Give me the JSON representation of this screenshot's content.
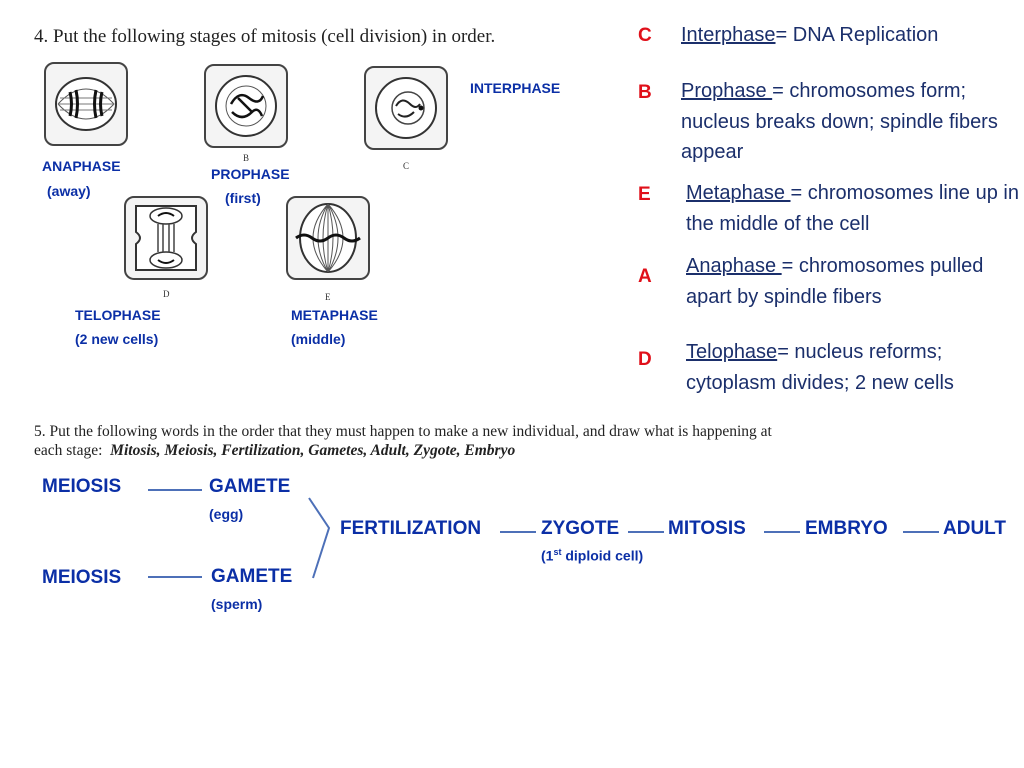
{
  "q4": {
    "title": "4. Put the following stages of mitosis (cell division) in order.",
    "labels": {
      "interphase": "INTERPHASE",
      "anaphase": "ANAPHASE",
      "anaphase_note": "(away)",
      "prophase": "PROPHASE",
      "prophase_note": "(first)",
      "telophase": "TELOPHASE",
      "telophase_note": "(2 new cells)",
      "metaphase": "METAPHASE",
      "metaphase_note": "(middle)"
    },
    "captions": {
      "b": "B",
      "c": "C",
      "d": "D",
      "e": "E"
    },
    "answers": [
      {
        "letter": "C",
        "term": "Interphase",
        "definition": "= DNA Replication"
      },
      {
        "letter": "B",
        "term": "Prophase ",
        "definition": "= chromosomes form; nucleus breaks down; spindle fibers appear"
      },
      {
        "letter": "E",
        "term": "Metaphase ",
        "definition": "= chromosomes line up in the middle of the cell"
      },
      {
        "letter": "A",
        "term": "Anaphase ",
        "definition": "= chromosomes pulled apart by spindle fibers"
      },
      {
        "letter": "D",
        "term": "Telophase",
        "definition": "= nucleus reforms; cytoplasm divides; 2 new cells"
      }
    ]
  },
  "q5": {
    "line1": "5. Put the following words in the order that they must happen to make a new individual, and draw what is happening at",
    "line2_prefix": "each stage:",
    "line2_words": "Mitosis, Meiosis, Fertilization, Gametes, Adult, Zygote, Embryo",
    "flow": {
      "meiosis_top": "MEIOSIS",
      "gamete_top": "GAMETE",
      "gamete_top_note": "(egg)",
      "meiosis_bottom": "MEIOSIS",
      "gamete_bottom": "GAMETE",
      "gamete_bottom_note": "(sperm)",
      "fertilization": "FERTILIZATION",
      "zygote": "ZYGOTE",
      "zygote_note_pre": "(1",
      "zygote_note_sup": "st",
      "zygote_note_post": " diploid cell)",
      "mitosis": "MITOSIS",
      "embryo": "EMBRYO",
      "adult": "ADULT"
    }
  },
  "colors": {
    "label_blue": "#0b2fa6",
    "answer_red": "#e0101a",
    "definition_navy": "#1b2f6b",
    "connector": "#4d70b8"
  }
}
